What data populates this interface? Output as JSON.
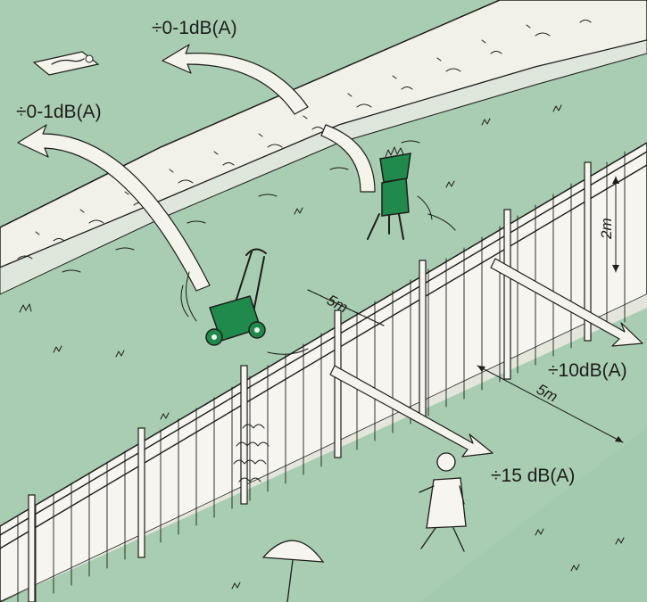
{
  "labels": {
    "hedge_top": "÷0-1dB(A)",
    "hedge_left": "÷0-1dB(A)",
    "right_far": "÷10dB(A)",
    "right_near": "÷15 dB(A)"
  },
  "dimensions": {
    "fence_height": "2m",
    "mower_distance": "5m",
    "neighbor_distance": "5m"
  },
  "colors": {
    "lawn": "#a9cdb3",
    "hedge": "#f2f1e8",
    "fence": "#f6f5ef",
    "machine": "#1f8a4c",
    "ink": "#1d1d1b"
  }
}
